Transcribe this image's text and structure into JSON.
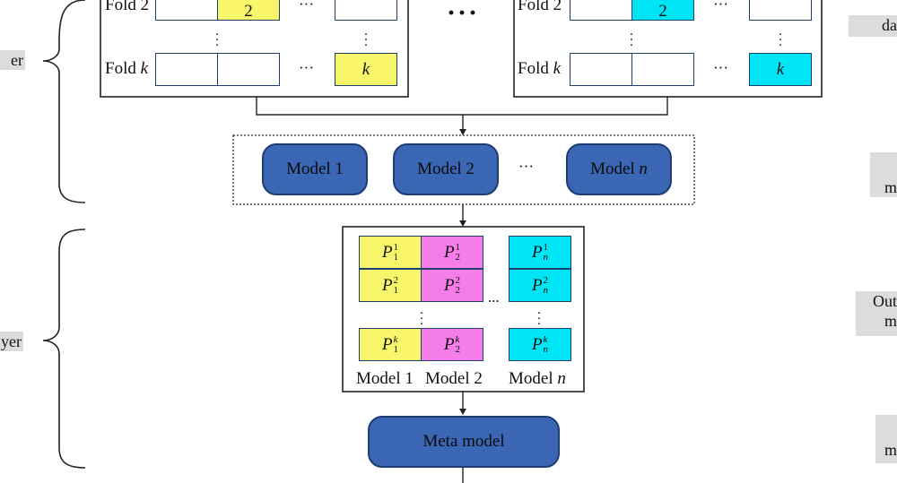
{
  "fold_tables": {
    "left": {
      "rows": [
        {
          "label_text": "Fold",
          "label_index": "2",
          "highlight": "2"
        },
        {
          "label_text": "Fold",
          "label_index": "k",
          "highlight": "k"
        }
      ],
      "highlight_color": "#f7f56a"
    },
    "right": {
      "rows": [
        {
          "label_text": "Fold",
          "label_index": "2",
          "highlight": "2"
        },
        {
          "label_text": "Fold",
          "label_index": "k",
          "highlight": "k"
        }
      ],
      "highlight_color": "#00e5f5"
    },
    "between_dots": "···"
  },
  "base_models": [
    {
      "text": "Model 1",
      "italic_suffix": ""
    },
    {
      "text": "Model 2",
      "italic_suffix": ""
    },
    {
      "text": "Model ",
      "italic_suffix": "n"
    }
  ],
  "base_models_dots": "···",
  "predictions": {
    "columns": [
      {
        "label": "Model 1",
        "italic_suffix": "",
        "color": "#f7f56a",
        "base": "P",
        "sub": "1",
        "sups": [
          "1",
          "2",
          "k"
        ]
      },
      {
        "label": "Model 2",
        "italic_suffix": "",
        "color": "#f47de8",
        "base": "P",
        "sub": "2",
        "sups": [
          "1",
          "2",
          "k"
        ]
      },
      {
        "label": "Model ",
        "italic_suffix": "n",
        "color": "#00e5f5",
        "base": "P",
        "sub": "n",
        "sups": [
          "1",
          "2",
          "k"
        ]
      }
    ],
    "between_dots": "..."
  },
  "meta_model": "Meta model",
  "left_labels": [
    "er",
    "yer"
  ],
  "right_tags": [
    "da",
    "m",
    "Out",
    "m",
    "m"
  ],
  "colors": {
    "model_fill": "#3a66b3",
    "model_border": "#1e3d73",
    "line": "#222222",
    "tag_bg": "#dcdcdc"
  }
}
